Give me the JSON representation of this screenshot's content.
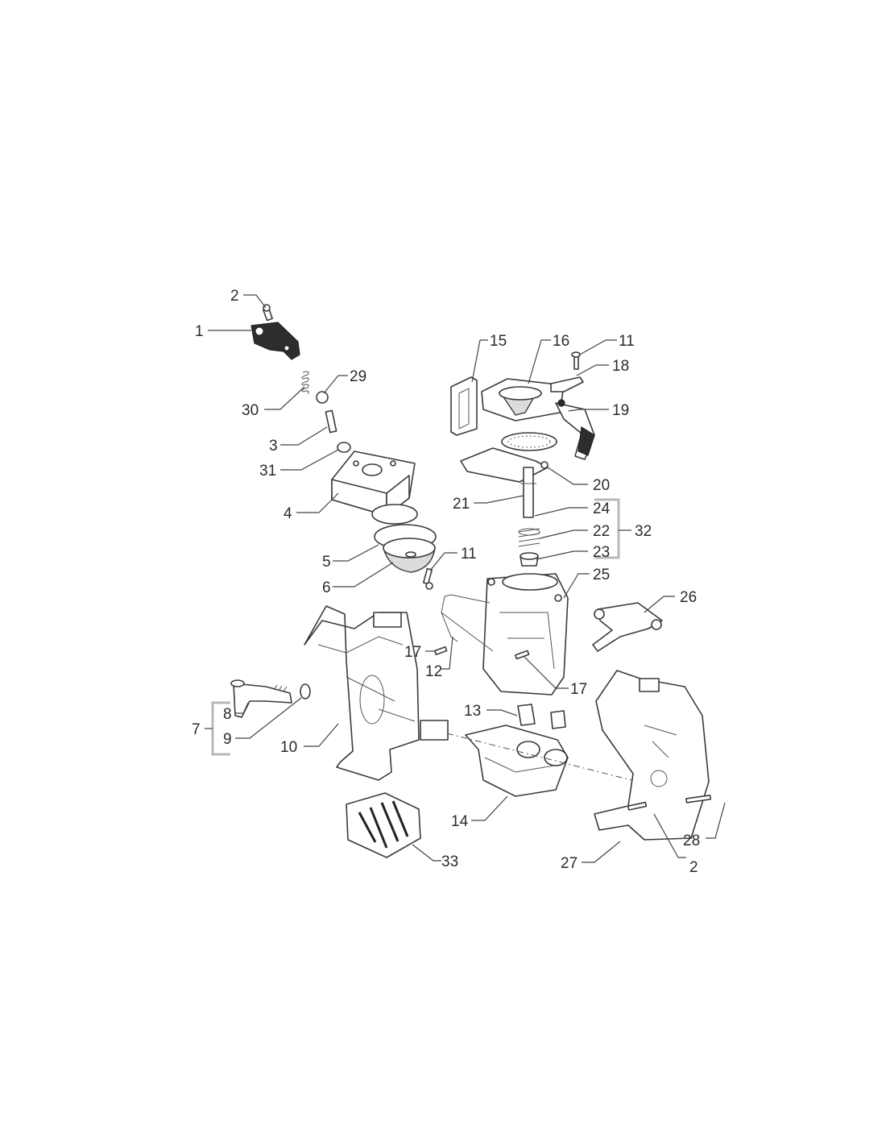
{
  "diagram": {
    "callouts": {
      "c1": "1",
      "c2a": "2",
      "c2b": "2",
      "c3": "3",
      "c4": "4",
      "c5": "5",
      "c6": "6",
      "c7": "7",
      "c8": "8",
      "c9": "9",
      "c10": "10",
      "c11a": "11",
      "c11b": "11",
      "c12": "12",
      "c13": "13",
      "c14": "14",
      "c15": "15",
      "c16": "16",
      "c17a": "17",
      "c17b": "17",
      "c18": "18",
      "c19": "19",
      "c20": "20",
      "c21": "21",
      "c22": "22",
      "c23": "23",
      "c24": "24",
      "c25": "25",
      "c26": "26",
      "c27": "27",
      "c28": "28",
      "c29": "29",
      "c30": "30",
      "c31": "31",
      "c32": "32",
      "c33": "33"
    }
  }
}
